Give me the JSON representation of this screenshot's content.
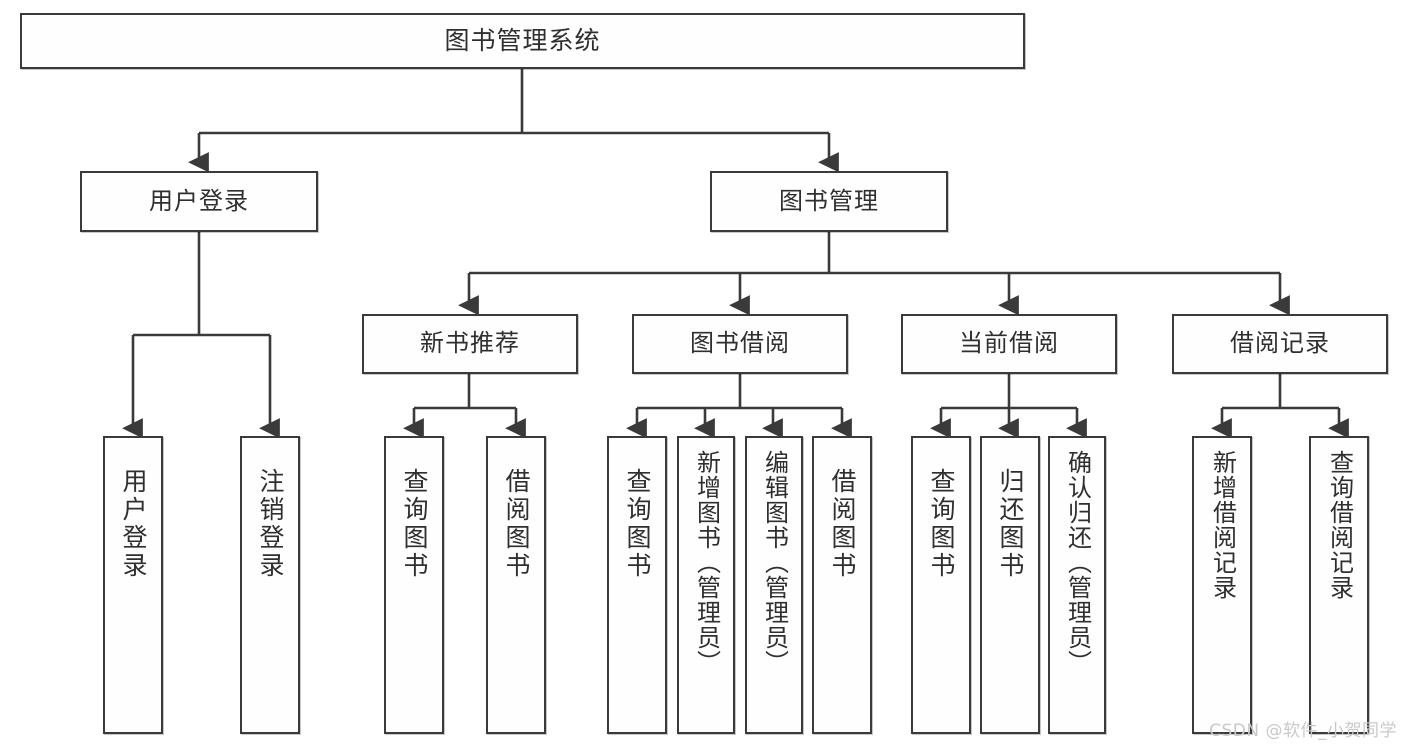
{
  "diagram": {
    "title": "图书管理系统",
    "type": "tree-hierarchy",
    "watermark": "CSDN @软件_小贺同学",
    "colors": {
      "box_border": "#3a3a3a",
      "box_fill": "#fefefe",
      "text": "#2f2f2f",
      "edge": "#3a3a3a",
      "watermark": "#c9c9c9",
      "background": "#ffffff"
    },
    "levels": {
      "level1": [
        {
          "id": "root",
          "label": "图书管理系统"
        }
      ],
      "level2": [
        {
          "id": "user-login",
          "label": "用户登录"
        },
        {
          "id": "book-manage",
          "label": "图书管理"
        }
      ],
      "level3": [
        {
          "id": "new-book-rec",
          "label": "新书推荐"
        },
        {
          "id": "book-borrow",
          "label": "图书借阅"
        },
        {
          "id": "current-borrow",
          "label": "当前借阅"
        },
        {
          "id": "borrow-record",
          "label": "借阅记录"
        }
      ],
      "leaves": [
        {
          "id": "leaf-user-login",
          "label": "用户登录",
          "parent": "user-login"
        },
        {
          "id": "leaf-logout-login",
          "label": "注销登录",
          "parent": "user-login"
        },
        {
          "id": "leaf-query-book-1",
          "label": "查询图书",
          "parent": "new-book-rec"
        },
        {
          "id": "leaf-borrow-book-1",
          "label": "借阅图书",
          "parent": "new-book-rec"
        },
        {
          "id": "leaf-query-book-2",
          "label": "查询图书",
          "parent": "book-borrow"
        },
        {
          "id": "leaf-add-book",
          "label": "新增图书（管理员）",
          "parent": "book-borrow"
        },
        {
          "id": "leaf-edit-book",
          "label": "编辑图书（管理员）",
          "parent": "book-borrow"
        },
        {
          "id": "leaf-borrow-book-2",
          "label": "借阅图书",
          "parent": "book-borrow"
        },
        {
          "id": "leaf-query-book-3",
          "label": "查询图书",
          "parent": "current-borrow"
        },
        {
          "id": "leaf-return-book",
          "label": "归还图书",
          "parent": "current-borrow"
        },
        {
          "id": "leaf-confirm-return",
          "label": "确认归还（管理员）",
          "parent": "current-borrow"
        },
        {
          "id": "leaf-add-record",
          "label": "新增借阅记录",
          "parent": "borrow-record"
        },
        {
          "id": "leaf-query-record",
          "label": "查询借阅记录",
          "parent": "borrow-record"
        }
      ]
    }
  }
}
